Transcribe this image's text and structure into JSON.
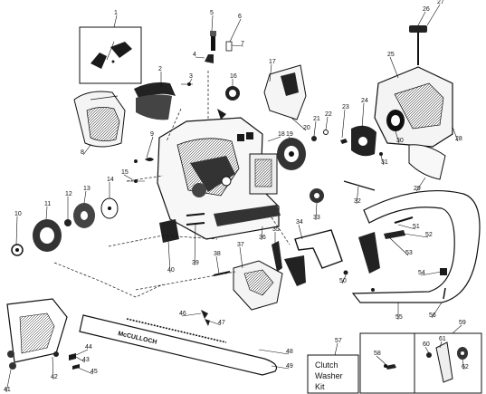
{
  "diagram": {
    "callouts": [
      "1",
      "2",
      "3",
      "4",
      "5",
      "6",
      "7",
      "8",
      "9",
      "10",
      "11",
      "12",
      "13",
      "14",
      "15",
      "16",
      "17",
      "18",
      "19",
      "20",
      "21",
      "22",
      "23",
      "24",
      "25",
      "26",
      "27",
      "28",
      "29",
      "30",
      "31",
      "32",
      "33",
      "34",
      "35",
      "36",
      "37",
      "38",
      "39",
      "40",
      "41",
      "42",
      "43",
      "44",
      "45",
      "46",
      "47",
      "48",
      "49",
      "50",
      "51",
      "52",
      "53",
      "54",
      "55",
      "56",
      "57",
      "58",
      "59",
      "60",
      "61",
      "62"
    ],
    "inset_57": {
      "line1": "Clutch",
      "line2": "Washer",
      "line3": "Kit"
    },
    "bar_brand": "McCULLOCH"
  }
}
